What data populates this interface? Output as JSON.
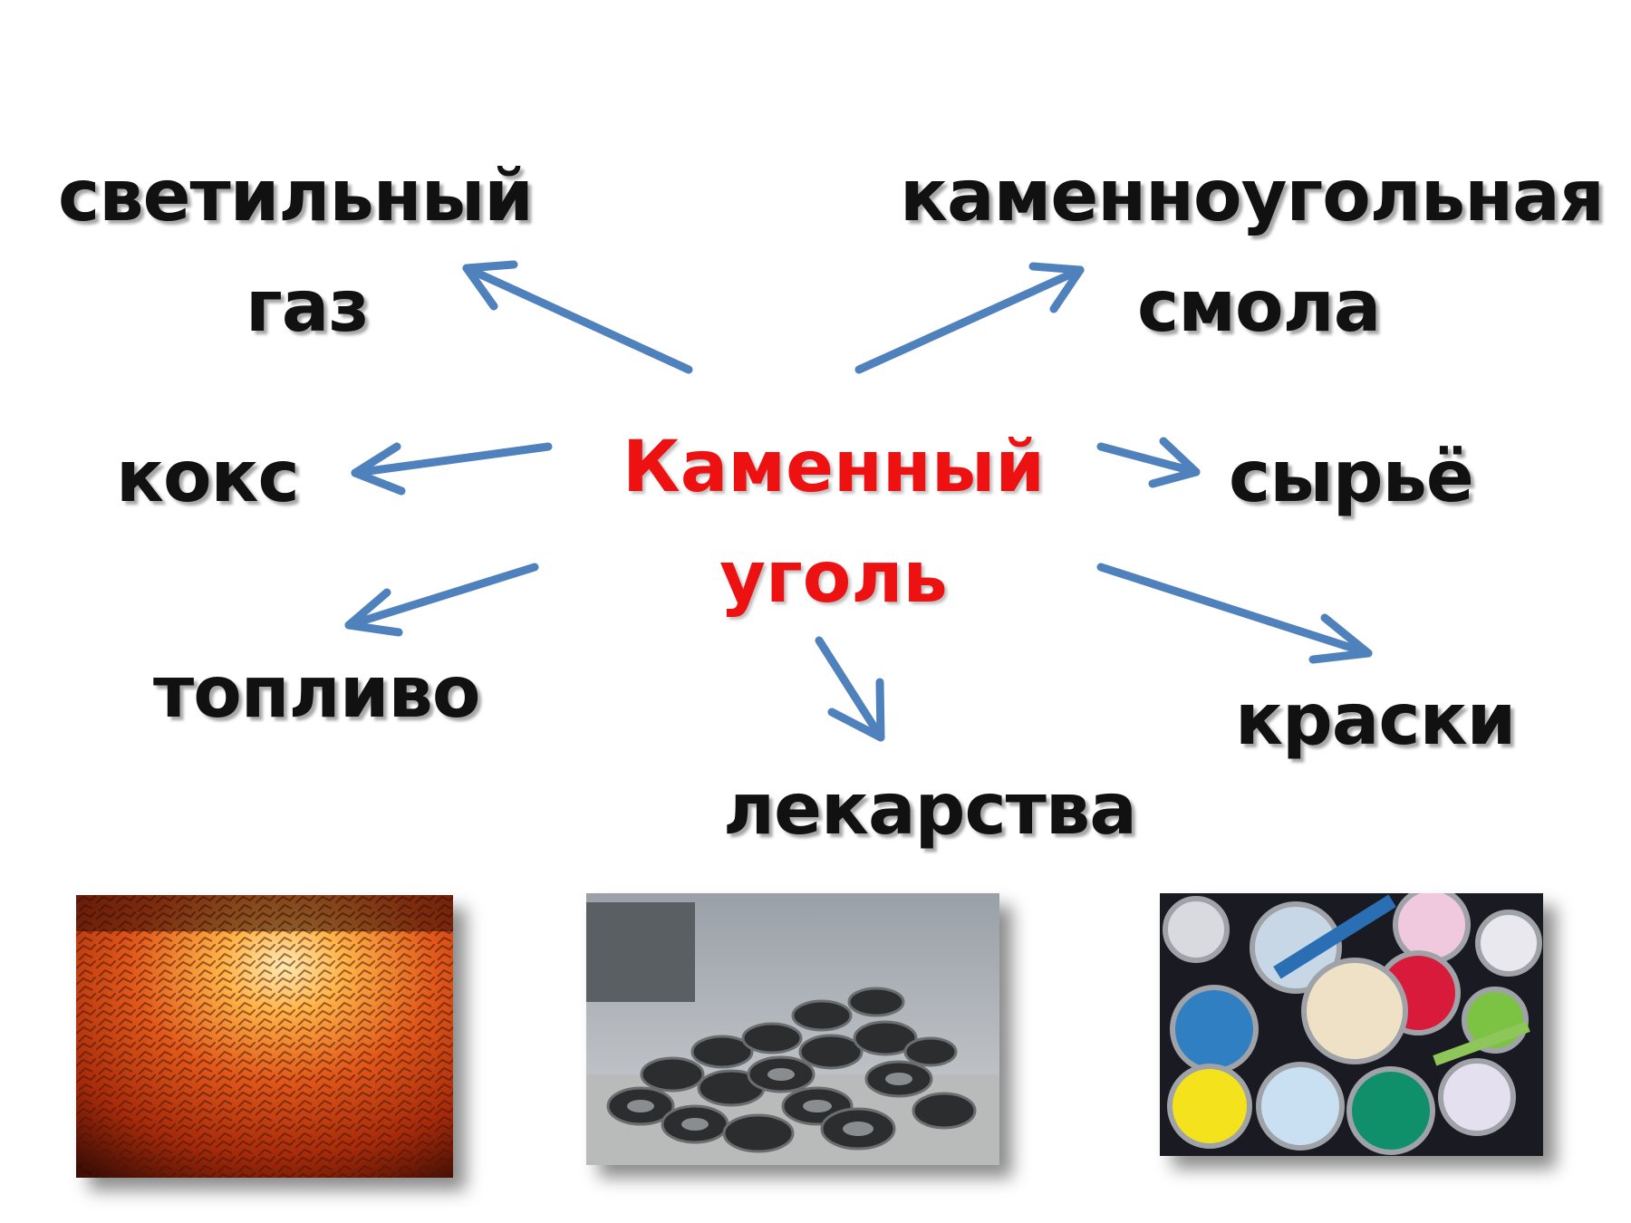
{
  "center": {
    "line1": "Каменный",
    "line2": "уголь",
    "color": "#ee1111"
  },
  "products": {
    "gas_line1": "светильный",
    "gas_line2": "газ",
    "tar_line1": "каменноугольная",
    "tar_line2": "смола",
    "coke": "кокс",
    "raw": "сырьё",
    "fuel": "топливо",
    "paints": "краски",
    "medicine": "лекарства"
  },
  "arrow_color": "#4f81bd",
  "photos": [
    {
      "icon": "burning-coal-photo"
    },
    {
      "icon": "tire-pile-photo"
    },
    {
      "icon": "paint-cans-photo"
    }
  ]
}
